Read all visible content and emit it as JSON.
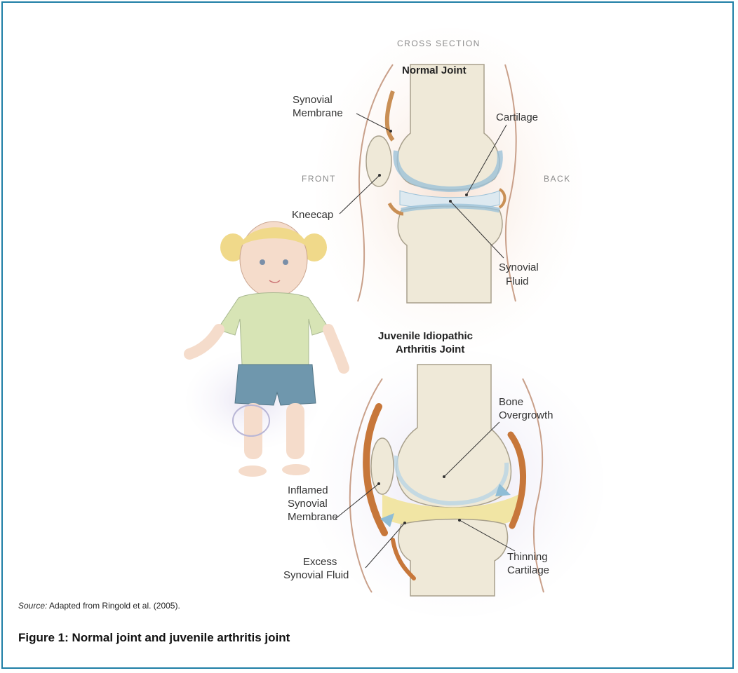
{
  "figure": {
    "cross_section_label": "CROSS SECTION",
    "normal_joint_title": "Normal Joint",
    "front_label": "FRONT",
    "back_label": "BACK",
    "jia_title_line1": "Juvenile Idiopathic",
    "jia_title_line2": "Arthritis Joint",
    "normal_labels": {
      "synovial_membrane_line1": "Synovial",
      "synovial_membrane_line2": "Membrane",
      "cartilage": "Cartilage",
      "kneecap": "Kneecap",
      "synovial_fluid_line1": "Synovial",
      "synovial_fluid_line2": "Fluid"
    },
    "jia_labels": {
      "bone_overgrowth_line1": "Bone",
      "bone_overgrowth_line2": "Overgrowth",
      "inflamed_line1": "Inflamed",
      "inflamed_line2": "Synovial",
      "inflamed_line3": "Membrane",
      "excess_line1": "Excess",
      "excess_line2": "Synovial Fluid",
      "thinning_line1": "Thinning",
      "thinning_line2": "Cartilage"
    },
    "source_label": "Source:",
    "source_text": " Adapted from Ringold et al. (2005).",
    "caption": "Figure 1: Normal joint and juvenile arthritis joint",
    "colors": {
      "frame_border": "#1f7fa6",
      "bone": "#efe9d8",
      "cartilage": "#bcd6e4",
      "membrane_inflamed": "#c7773a",
      "fluid_excess": "#f1e39a",
      "skin": "#f3d6c4"
    }
  }
}
